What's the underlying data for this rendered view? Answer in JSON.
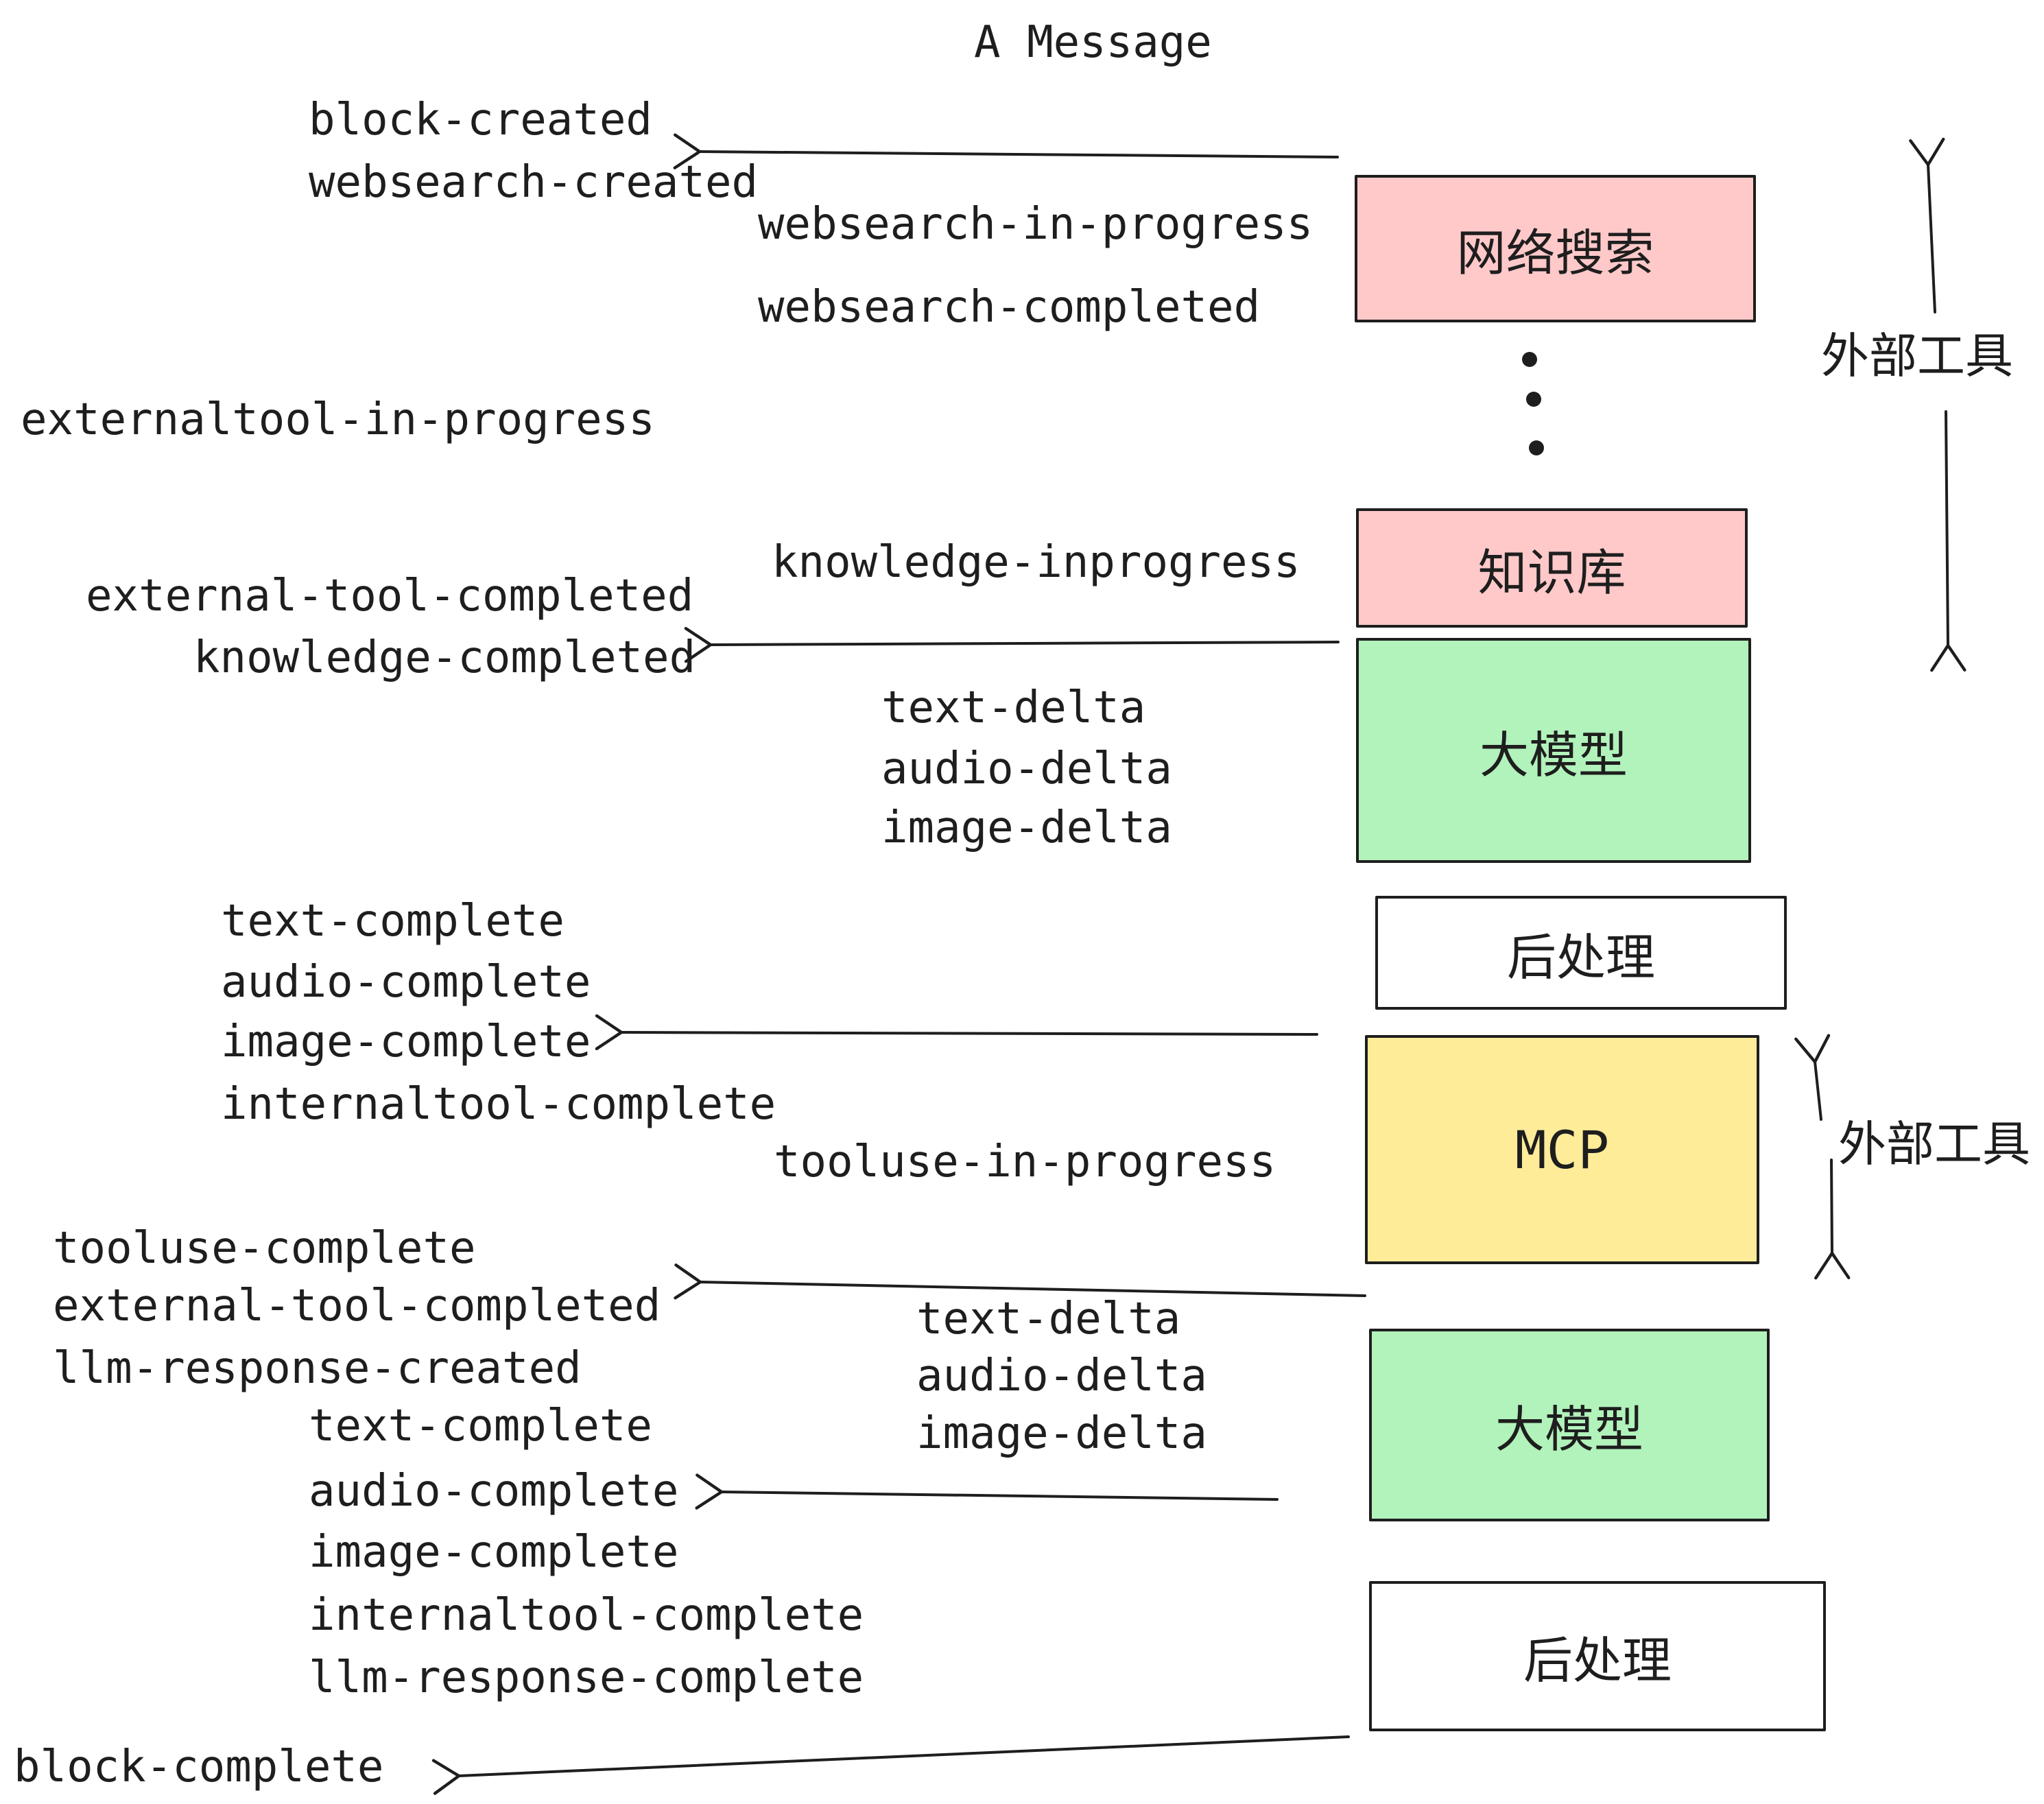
{
  "title": "A Message",
  "colors": {
    "ink": "#1e1e1e",
    "background": "#ffffff",
    "pink": "#ffc9c9",
    "green": "#b2f2bb",
    "yellow": "#ffec99"
  },
  "nodes": [
    {
      "id": "websearch",
      "label": "网络搜索",
      "fill": "pink"
    },
    {
      "id": "knowledge",
      "label": "知识库",
      "fill": "pink"
    },
    {
      "id": "llm-1",
      "label": "大模型",
      "fill": "green"
    },
    {
      "id": "post-1",
      "label": "后处理",
      "fill": "white"
    },
    {
      "id": "mcp",
      "label": "MCP",
      "fill": "yellow"
    },
    {
      "id": "llm-2",
      "label": "大模型",
      "fill": "green"
    },
    {
      "id": "post-2",
      "label": "后处理",
      "fill": "white"
    }
  ],
  "side_labels": [
    {
      "text": "外部工具"
    },
    {
      "text": "外部工具"
    }
  ],
  "events": [
    {
      "text": "block-created"
    },
    {
      "text": "websearch-created"
    },
    {
      "text": "websearch-in-progress"
    },
    {
      "text": "websearch-completed"
    },
    {
      "text": "externaltool-in-progress"
    },
    {
      "text": "knowledge-inprogress"
    },
    {
      "text": "external-tool-completed"
    },
    {
      "text": "knowledge-completed"
    },
    {
      "text": "text-delta"
    },
    {
      "text": "audio-delta"
    },
    {
      "text": "image-delta"
    },
    {
      "text": "text-complete"
    },
    {
      "text": "audio-complete"
    },
    {
      "text": "image-complete"
    },
    {
      "text": "internaltool-complete"
    },
    {
      "text": "tooluse-in-progress"
    },
    {
      "text": "tooluse-complete"
    },
    {
      "text": "external-tool-completed"
    },
    {
      "text": "llm-response-created"
    },
    {
      "text": "text-delta"
    },
    {
      "text": "audio-delta"
    },
    {
      "text": "image-delta"
    },
    {
      "text": "text-complete"
    },
    {
      "text": "audio-complete"
    },
    {
      "text": "image-complete"
    },
    {
      "text": "internaltool-complete"
    },
    {
      "text": "llm-response-complete"
    },
    {
      "text": "block-complete"
    }
  ]
}
